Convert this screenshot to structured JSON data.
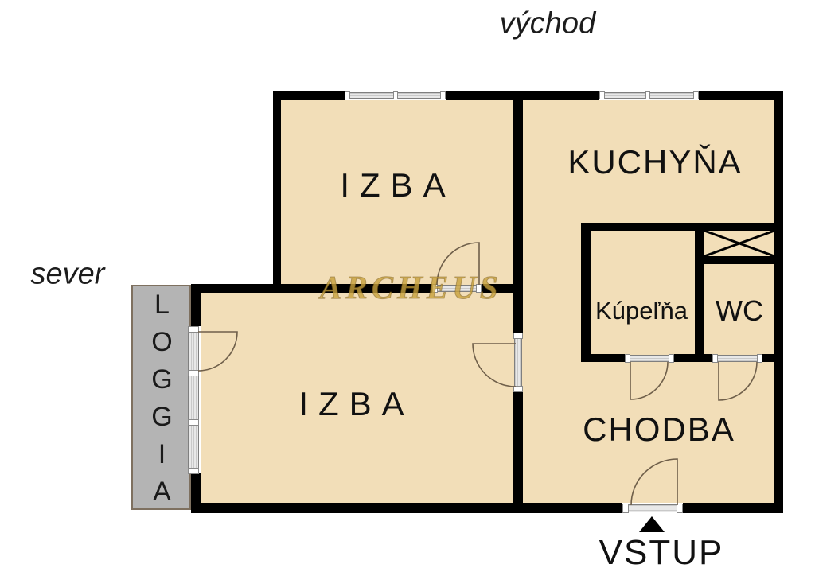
{
  "compass": {
    "top_label": "východ",
    "left_label": "sever"
  },
  "rooms": {
    "izba_top": "IZBA",
    "kuchyna": "KUCHYŇA",
    "kupelna": "Kúpeľňa",
    "wc": "WC",
    "izba_bottom": "IZBA",
    "chodba": "CHODBA",
    "loggia": "LOGGIA"
  },
  "entrance": {
    "label": "VSTUP"
  },
  "watermark": "ARCHEUS",
  "colors": {
    "wall": "#000000",
    "room_fill": "#f2deb8",
    "loggia_fill": "#b4b4b4",
    "window_fill": "#d9d9d9",
    "window_edge": "#7f7f7f",
    "arc": "#6f5f4a",
    "watermark": "#c8a23c",
    "background": "#ffffff"
  }
}
